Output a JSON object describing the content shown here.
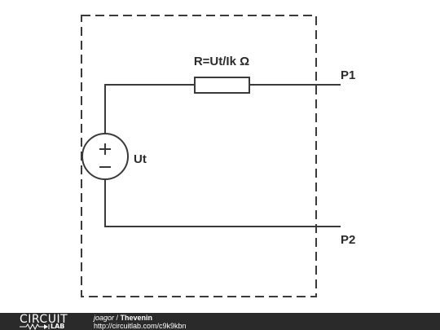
{
  "diagram": {
    "resistor_label": "R=Ut/Ik Ω",
    "source_label": "Ut",
    "port1_label": "P1",
    "port2_label": "P2"
  },
  "footer": {
    "logo_top": "CIRCUIT",
    "logo_bottom": "LAB",
    "author": "joagor",
    "separator": " / ",
    "title": "Thevenin",
    "url": "http://circuitlab.com/c9k9kbn"
  }
}
